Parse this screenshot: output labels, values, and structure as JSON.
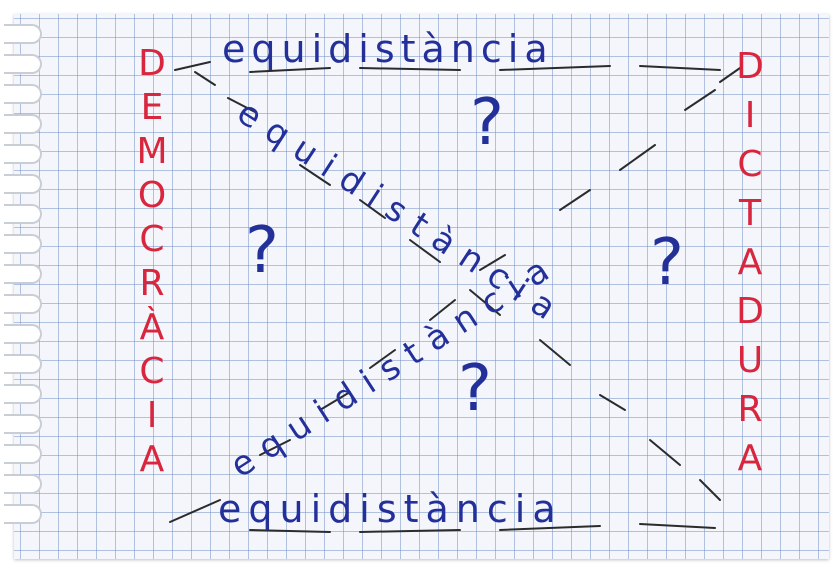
{
  "left_word_letters": [
    "D",
    "E",
    "M",
    "O",
    "C",
    "R",
    "À",
    "C",
    "I",
    "A"
  ],
  "right_word_letters": [
    "D",
    "I",
    "C",
    "T",
    "A",
    "D",
    "U",
    "R",
    "A"
  ],
  "top_phrase": "equidistància",
  "bottom_phrase": "equidistància",
  "diagonal_down_phrase": "equidistància",
  "diagonal_up_phrase": "equidistància",
  "question_marks": [
    "?",
    "?",
    "?",
    "?"
  ],
  "colors": {
    "red_ink": "#d7263d",
    "blue_ink": "#24309a",
    "dash_ink": "#2b2b2b",
    "paper": "#f4f6fb",
    "grid": "#7896c8"
  }
}
